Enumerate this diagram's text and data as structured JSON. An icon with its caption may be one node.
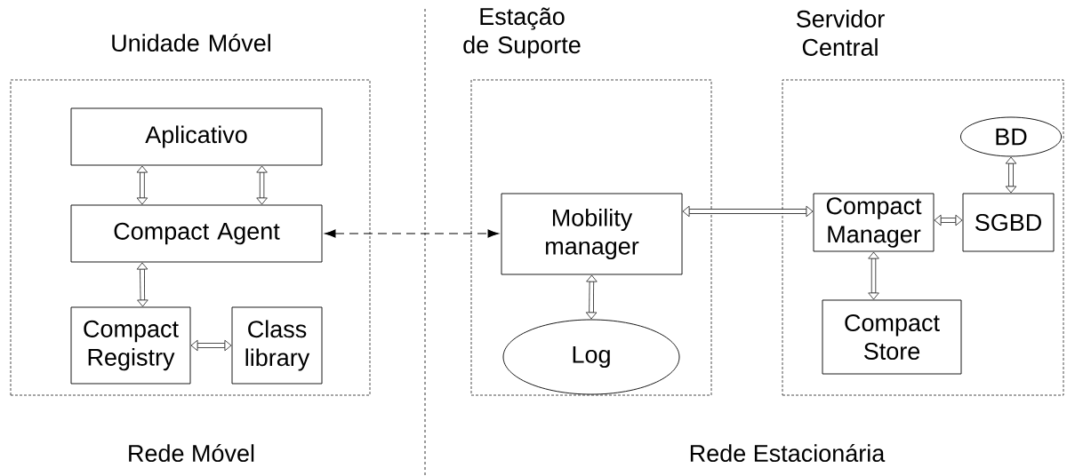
{
  "diagram": {
    "nodes": [
      {
        "text": [
          "Unidade Móvel"
        ]
      },
      {
        "text": [
          "Aplicativo"
        ],
        "in": 0
      },
      {
        "text": [
          "Compact Agent"
        ],
        "in": 0
      },
      {
        "text": [
          "Compact Registry"
        ],
        "in": 0
      },
      {
        "text": [
          "Class library"
        ],
        "in": 0
      },
      {
        "text": [
          "Estação de Suporte"
        ]
      },
      {
        "text": [
          "Mobility manager"
        ],
        "in": 5
      },
      {
        "text": [
          "Log"
        ],
        "in": 5
      },
      {
        "text": [
          "Servidor Central"
        ]
      },
      {
        "text": [
          "BD"
        ],
        "in": 8
      },
      {
        "text": [
          "Compact Manager"
        ],
        "in": 8
      },
      {
        "text": [
          "SGBD"
        ],
        "in": 8
      },
      {
        "text": [
          "Compact Store"
        ],
        "in": 8
      }
    ],
    "edges": [
      {
        "from": 1,
        "to": 2,
        "arrow": "both"
      },
      {
        "from": 1,
        "to": 2,
        "arrow": "both"
      },
      {
        "from": 2,
        "to": 3,
        "arrow": "both"
      },
      {
        "from": 3,
        "to": 4,
        "arrow": "both"
      },
      {
        "from": 2,
        "to": 6,
        "arrow": "both",
        "style": "dashed"
      },
      {
        "from": 6,
        "to": 7,
        "arrow": "both"
      },
      {
        "from": 6,
        "to": 10,
        "arrow": "both"
      },
      {
        "from": 10,
        "to": 11,
        "arrow": "both"
      },
      {
        "from": 9,
        "to": 11,
        "arrow": "both"
      },
      {
        "from": 10,
        "to": 12,
        "arrow": "both"
      }
    ],
    "labels": [
      "Rede Móvel",
      "Rede Estacionária"
    ]
  }
}
